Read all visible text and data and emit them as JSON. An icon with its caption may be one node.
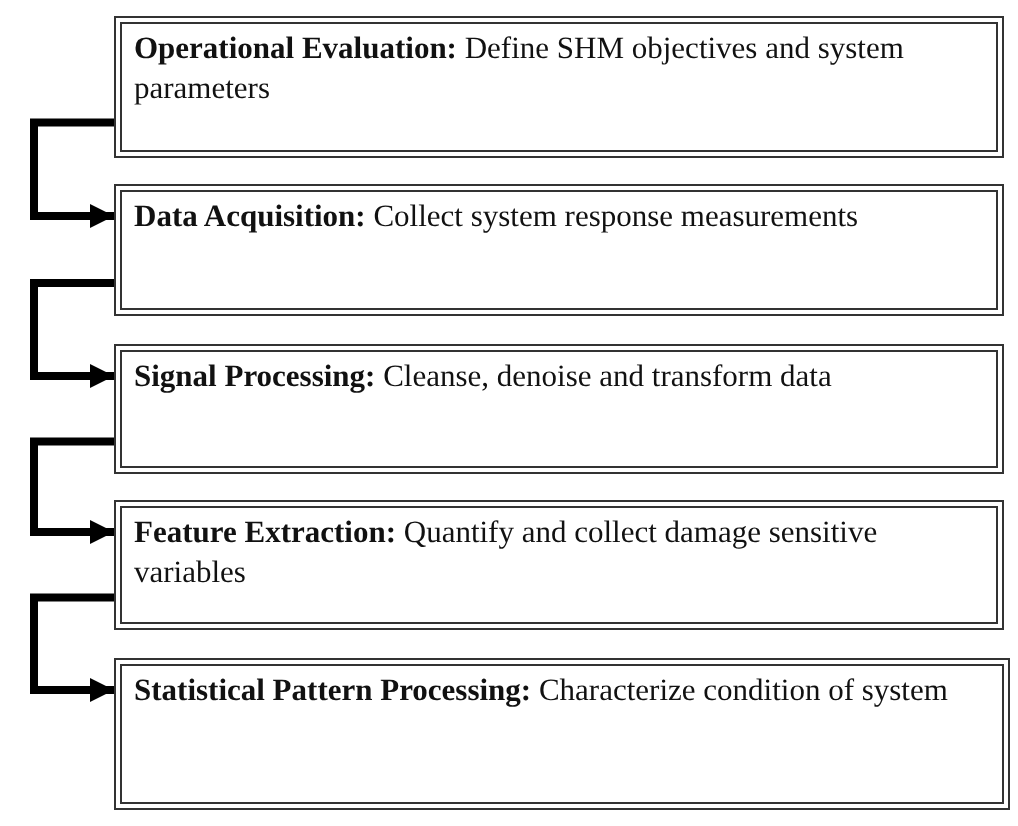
{
  "diagram": {
    "nodes": [
      {
        "text": [
          "**Operational Evaluation:** Define SHM objectives and system parameters"
        ]
      },
      {
        "text": [
          "**Data Acquisition:** Collect system response measurements"
        ]
      },
      {
        "text": [
          "**Signal Processing:** Cleanse, denoise and transform data"
        ]
      },
      {
        "text": [
          "**Feature Extraction:** Quantify and collect damage sensitive variables"
        ]
      },
      {
        "text": [
          "**Statistical Pattern Processing:** Characterize condition of system"
        ]
      }
    ],
    "edges": [
      {
        "from": 0,
        "to": 1,
        "arrow": "to"
      },
      {
        "from": 1,
        "to": 2,
        "arrow": "to"
      },
      {
        "from": 2,
        "to": 3,
        "arrow": "to"
      },
      {
        "from": 3,
        "to": 4,
        "arrow": "to"
      }
    ]
  }
}
